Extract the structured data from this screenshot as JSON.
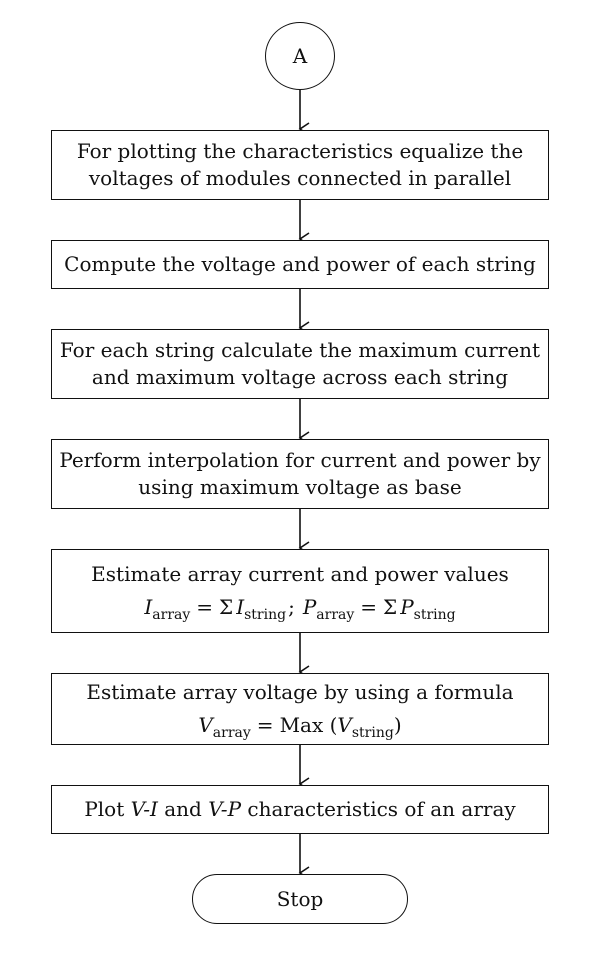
{
  "connector": {
    "label": "A"
  },
  "steps": [
    {
      "line1": "For plotting the characteristics equalize the",
      "line2": "voltages of modules connected in parallel"
    },
    {
      "line1": "Compute the voltage and power of each string"
    },
    {
      "line1": "For each string calculate the maximum current",
      "line2": "and maximum voltage across each string"
    },
    {
      "line1": "Perform interpolation for current and power by",
      "line2": "using maximum voltage as base"
    },
    {
      "line1": "Estimate array current and power values",
      "formula": {
        "i_symbol": "I",
        "array_sub": "array",
        "equals": "=",
        "sum_symbol": "Σ",
        "string_sub": "string",
        "separator": ";",
        "p_symbol": "P"
      }
    },
    {
      "line1": "Estimate array voltage by using a formula",
      "formula": {
        "v_symbol": "V",
        "array_sub": "array",
        "equals": "=",
        "max_label": "Max",
        "open_paren": "(",
        "string_sub": "string",
        "close_paren": ")"
      }
    },
    {
      "prefix": "Plot",
      "vi": "V-I",
      "and": "and",
      "vp": "V-P",
      "suffix": "characteristics of an array"
    }
  ],
  "terminal": {
    "label": "Stop"
  }
}
